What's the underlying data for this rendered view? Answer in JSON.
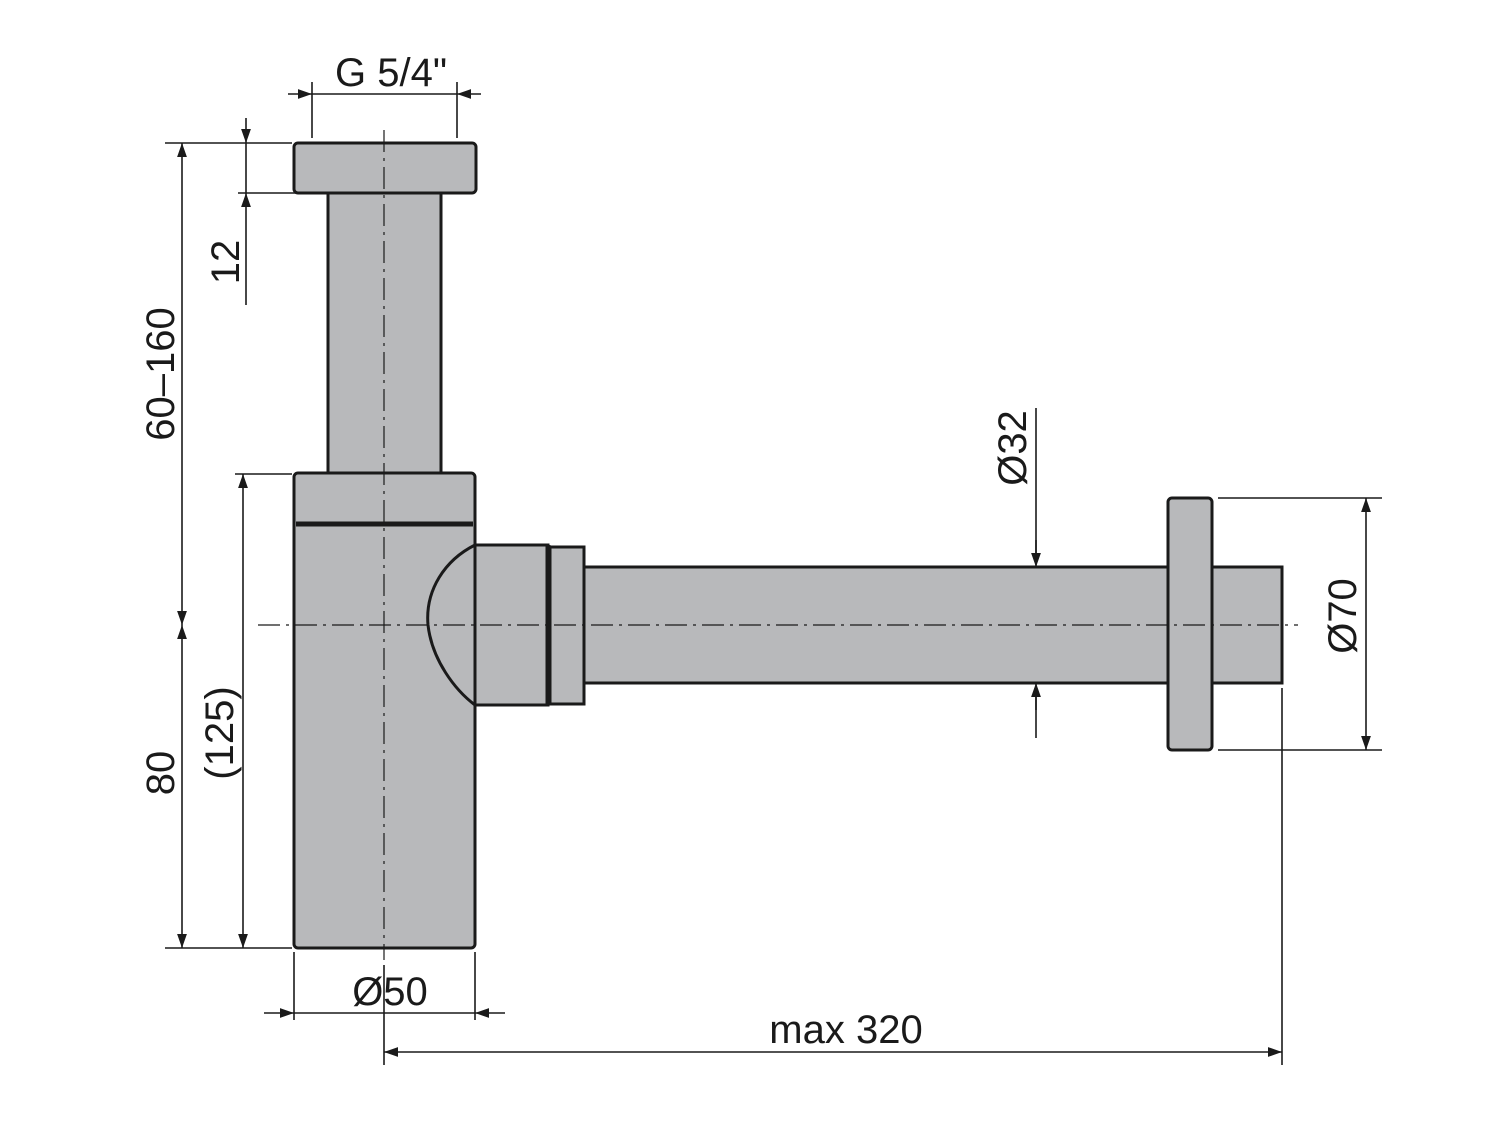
{
  "figure": {
    "dimensions": {
      "inlet_thread": "G 5/4\"",
      "height_range": "60–160",
      "collar_height": "12",
      "lower_height": "80",
      "lower_height_alt": "(125)",
      "body_diameter": "Ø50",
      "outlet_diameter": "Ø32",
      "rosette_diameter": "Ø70",
      "max_length": "max 320"
    },
    "colors": {
      "part_fill": "#b8b9bb",
      "line": "#1a1a1a",
      "background": "#ffffff"
    }
  }
}
